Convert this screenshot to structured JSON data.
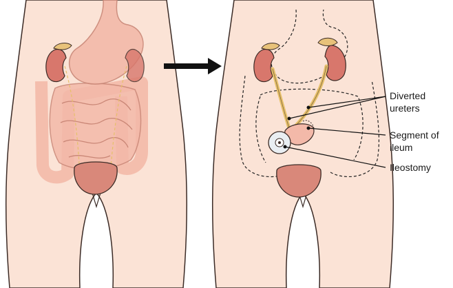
{
  "labels": {
    "diverted_ureters": [
      "Diverted",
      "ureters"
    ],
    "segment_of_ileum": [
      "Segment of",
      "ileum"
    ],
    "ileostomy": "Ileostomy"
  },
  "colors": {
    "skin": "#fbe3d6",
    "body_outline": "#3a2a25",
    "kidney": "#d8776c",
    "adrenal": "#e8c27a",
    "ureter": "#e6c06a",
    "bladder": "#d9887a",
    "intestine_fill": "#f3b9a9",
    "intestine_edge": "#c98676",
    "stoma": "#e9eef2",
    "arrow": "#111111",
    "leader": "#111111"
  },
  "icons": [
    "arrow-right-icon"
  ]
}
